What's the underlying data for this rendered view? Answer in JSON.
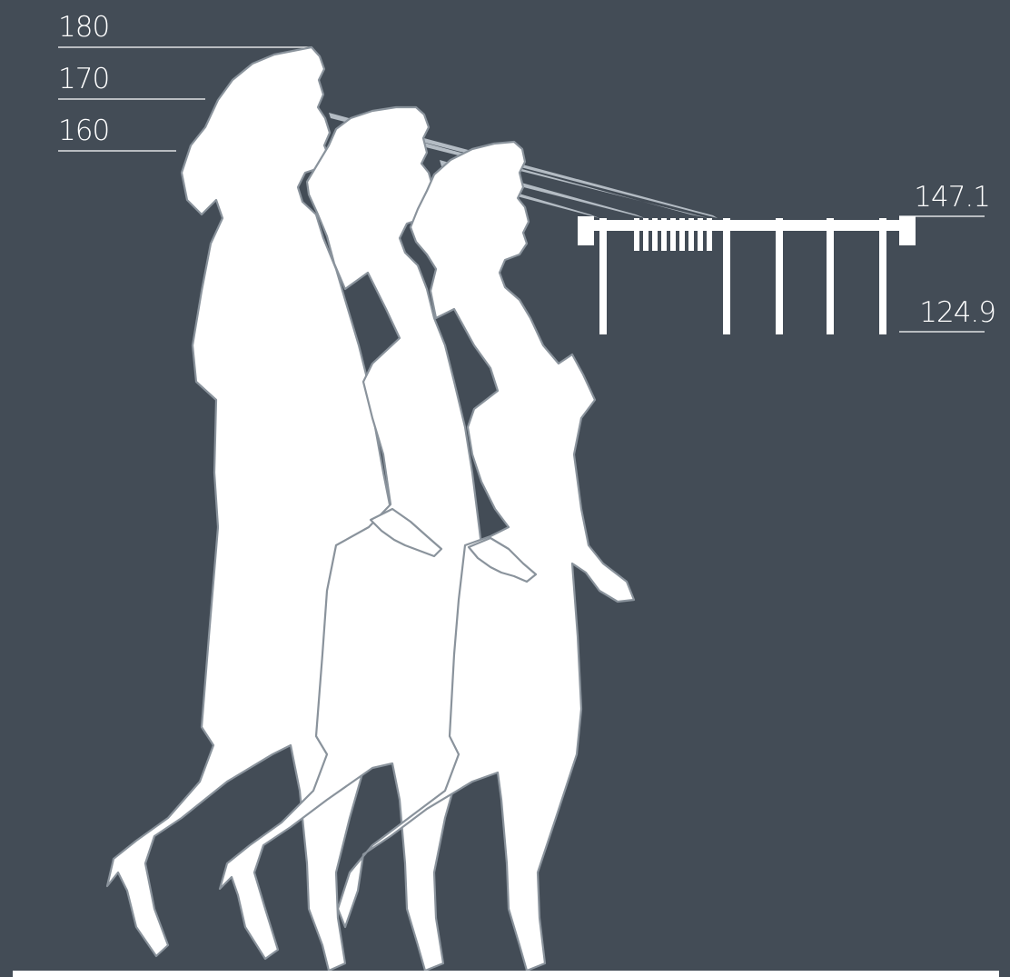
{
  "figure_heights_cm": [
    "180",
    "170",
    "160"
  ],
  "rack_heights_cm": {
    "top": "147.1",
    "bottom": "124.9"
  },
  "colors": {
    "background": "#434c56",
    "silhouette": "#ffffff",
    "silhouette_outline": "#8a939c",
    "sightline": "#b4bcc4"
  }
}
